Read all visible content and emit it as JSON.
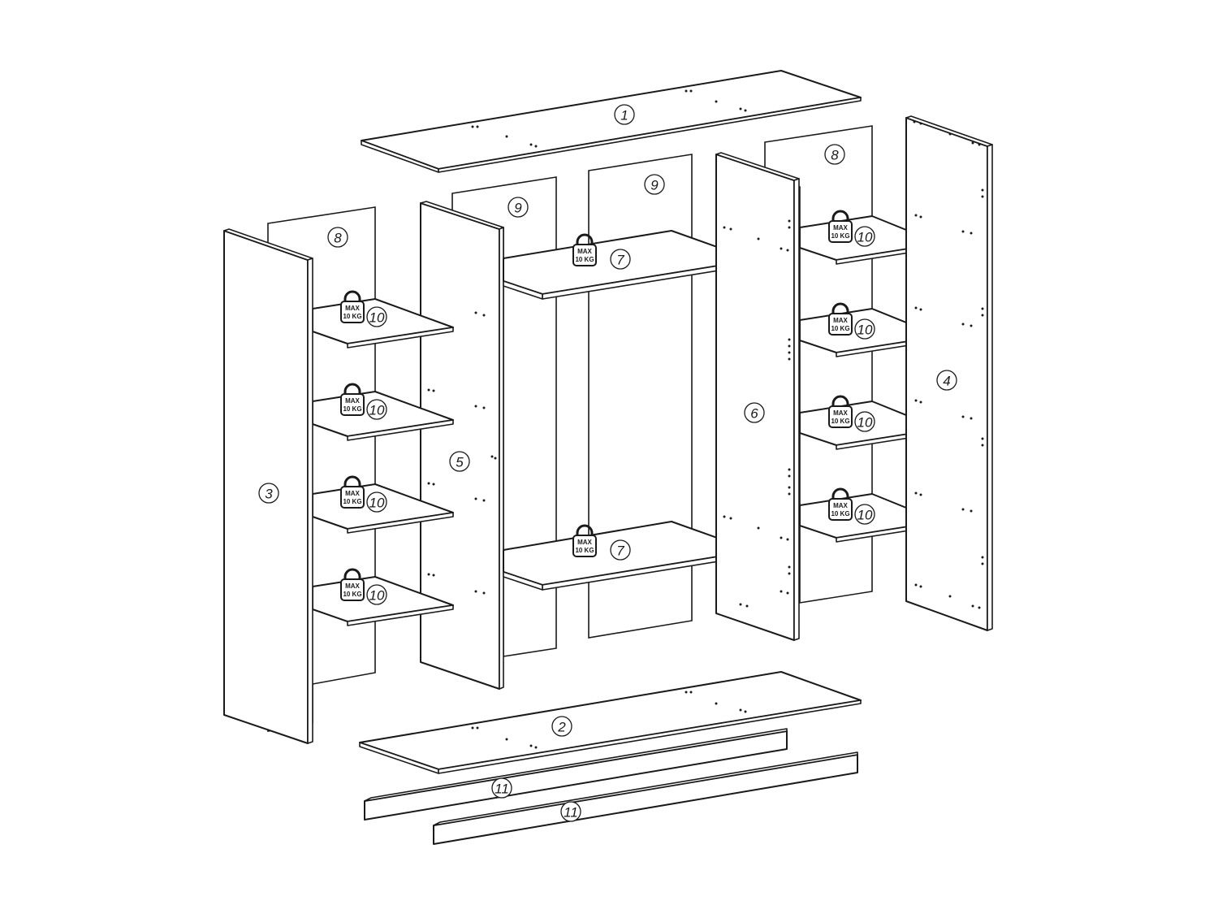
{
  "labels": {
    "top": "1",
    "bottom": "2",
    "side_left": "3",
    "side_right": "4",
    "divider_left": "5",
    "divider_right": "6",
    "center_shelf": "7",
    "back_outer": "8",
    "back_inner": "9",
    "side_shelf": "10",
    "plinth": "11"
  },
  "weight_limit": {
    "line1": "MAX",
    "line2": "10 KG"
  }
}
